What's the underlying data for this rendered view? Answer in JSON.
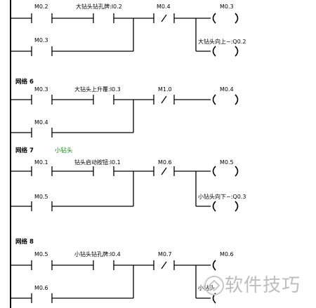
{
  "networks": [
    {
      "title": "",
      "comment": "",
      "rung1": {
        "contacts": [
          "M0.2",
          "大钻头钻孔牌:I0.2",
          "M0.4"
        ],
        "coil": "M0.3"
      },
      "parallel_contact": "M0.3",
      "output_branch": "大钻头向上~:Q0.2"
    },
    {
      "title": "网络 6",
      "comment": "",
      "rung1": {
        "contacts": [
          "M0.3",
          "大钻头上升覆:I0.3",
          "M1.0"
        ],
        "coil": "M0.4"
      },
      "parallel_contact": "M0.4",
      "output_branch": ""
    },
    {
      "title": "网络 7",
      "comment": "小钻头",
      "rung1": {
        "contacts": [
          "M0.1",
          "钻头启动按钮:I0.1",
          "M0.6"
        ],
        "coil": "M0.5"
      },
      "parallel_contact": "M0.5",
      "output_branch": "小钻头向下~:Q0.3"
    },
    {
      "title": "网络 8",
      "comment": "",
      "rung1": {
        "contacts": [
          "M0.5",
          "小钻头钻孔牌:I0.4",
          "M0.7"
        ],
        "coil": "M0.6"
      },
      "parallel_contact": "M0.6",
      "output_branch": "小钻头"
    }
  ],
  "watermark": "软件技巧"
}
